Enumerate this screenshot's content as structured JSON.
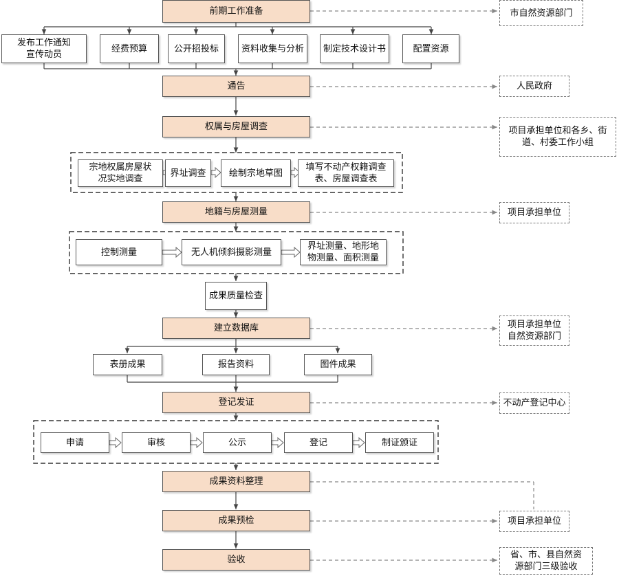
{
  "main_steps": {
    "prep": "前期工作准备",
    "notice": "通告",
    "ownership": "权属与房屋调查",
    "cadastral": "地籍与房屋测量",
    "quality": "成果质量检查",
    "database": "建立数据库",
    "register": "登记发证",
    "organize": "成果资料整理",
    "precheck": "成果预检",
    "accept": "验收"
  },
  "prep_items": [
    "发布工作通知\n宣传动员",
    "经费预算",
    "公开招投标",
    "资料收集与分析",
    "制定技术设计书",
    "配置资源"
  ],
  "survey_items": [
    "宗地权属房屋状\n况实地调查",
    "界址调查",
    "绘制宗地草图",
    "填写不动产权籍调查\n表、房屋调查表"
  ],
  "measure_items": [
    "控制测量",
    "无人机倾斜摄影测量",
    "界址测量、地形地\n物测量、面积测量"
  ],
  "db_outputs": [
    "表册成果",
    "报告资料",
    "图件成果"
  ],
  "register_items": [
    "申请",
    "审核",
    "公示",
    "登记",
    "制证颁证"
  ],
  "responsible": {
    "prep": "市自然资源部门",
    "notice": "人民政府",
    "ownership": "项目承担单位和各乡、街\n道、村委工作小组",
    "cadastral": "项目承担单位",
    "database": "项目承担单位\n自然资源部门",
    "register": "不动产登记中心",
    "precheck": "项目承担单位",
    "accept": "省、市、县自然资\n源部门三级验收"
  }
}
